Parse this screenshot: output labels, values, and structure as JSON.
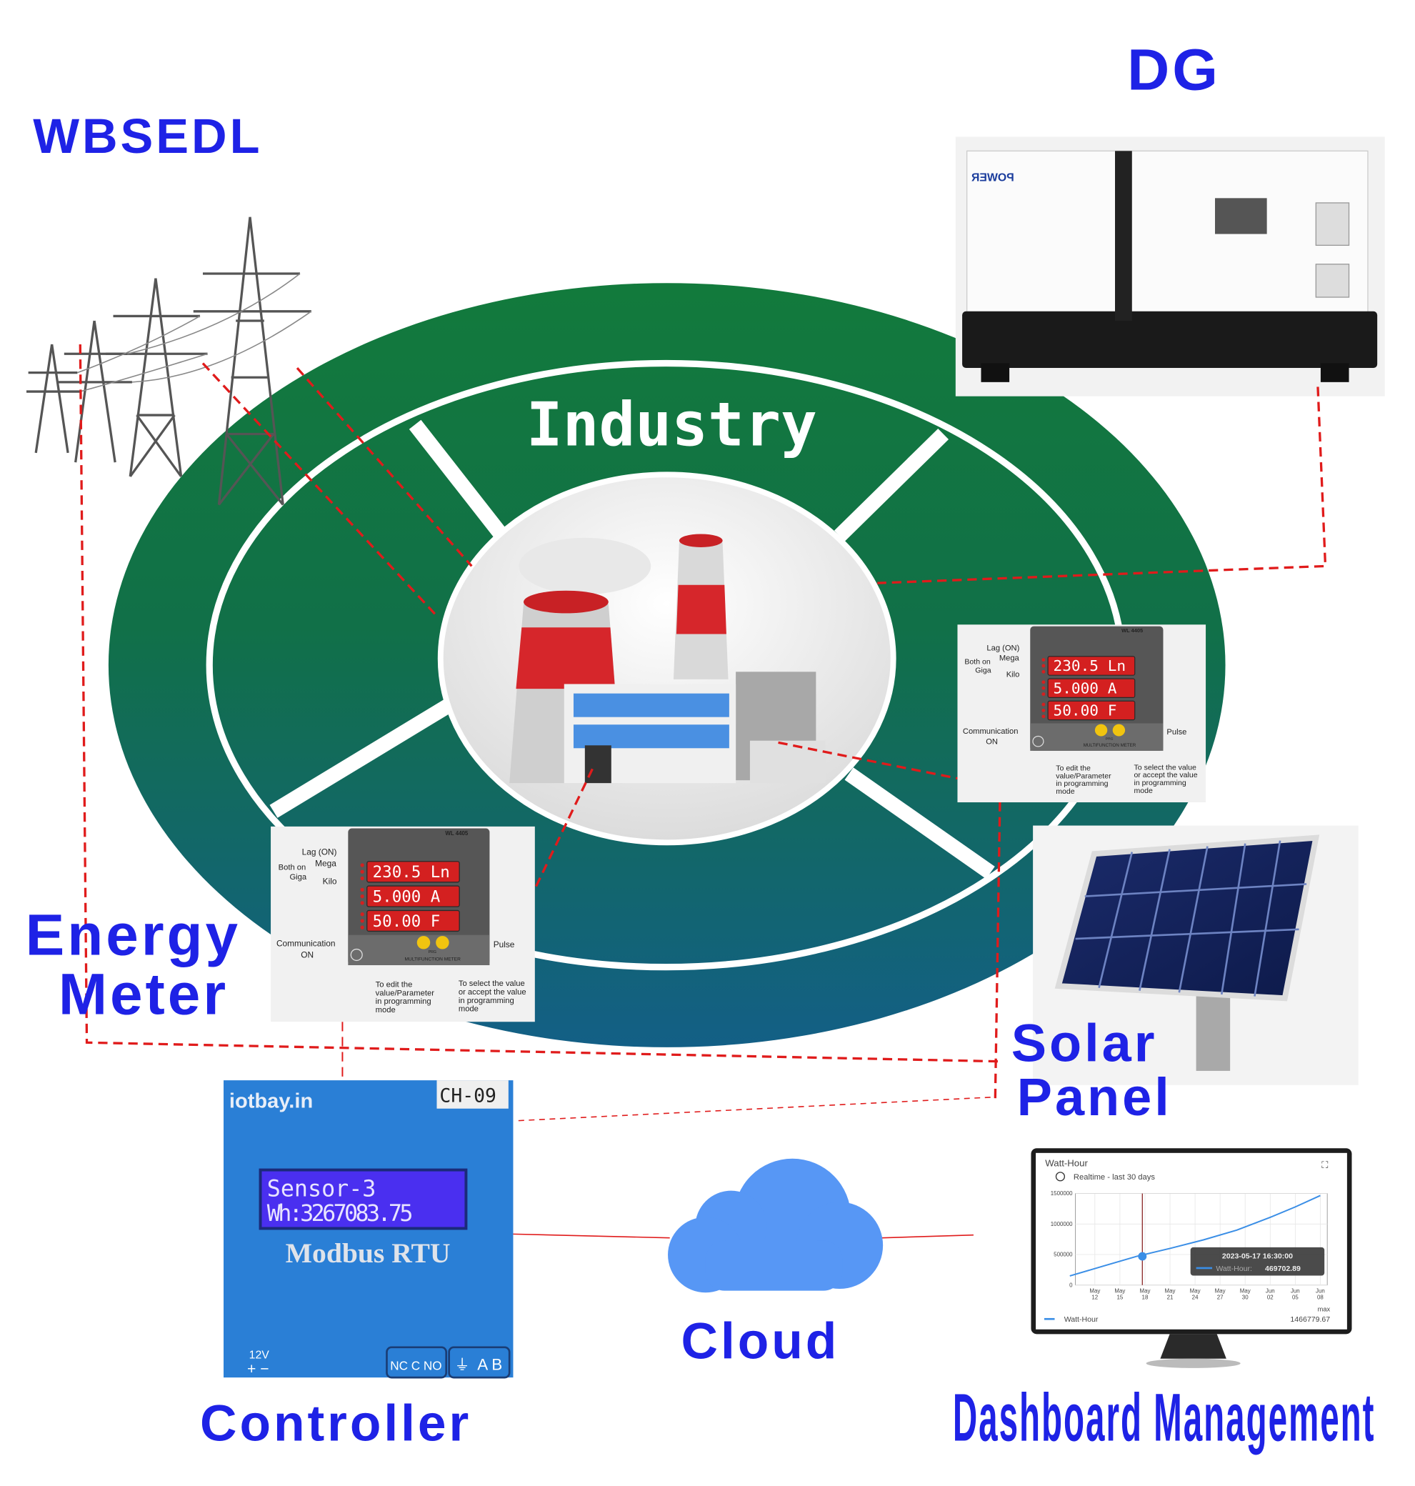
{
  "labels": {
    "grid": "WBSEDL",
    "dg": "DG",
    "industry": "Industry",
    "energy_meter_line1": "Energy",
    "energy_meter_line2": "Meter",
    "solar_line1": "Solar",
    "solar_line2": "Panel",
    "cloud": "Cloud",
    "controller": "Controller",
    "dashboard": "Dashboard Management"
  },
  "colors": {
    "label_blue": "#1e22e6",
    "ring_green": "#127a3c",
    "ring_teal": "#135f86",
    "link_red": "#e01b1b",
    "cloud_blue": "#5797f5",
    "controller_blue": "#2a7fd6"
  },
  "dg_brand": "POWER",
  "meter": {
    "model": "WL 4405",
    "display": [
      "230.5 Ln",
      "5.000  A",
      "50.00  F"
    ],
    "lag": "Lag (ON)",
    "mega": "Mega",
    "both_on": "Both on",
    "giga": "Giga",
    "kilo": "Kilo",
    "communication": "Communication",
    "on": "ON",
    "pulse": "Pulse",
    "prg": "PRG",
    "title": "MULTIFUNCTION METER",
    "edit_note": [
      "To edit the",
      "value/Parameter",
      "in programming",
      "mode"
    ],
    "select_note": [
      "To select the value",
      "or accept the value",
      "in programming",
      "mode"
    ]
  },
  "controller": {
    "brand": "iotbay.in",
    "channel_tag": "CH-09",
    "lcd_line1": "Sensor-3",
    "lcd_line2": "Wh:3267083.75",
    "protocol": "Modbus RTU",
    "power_label": "12V",
    "power_polarity": "+ −",
    "relay_terminals": "NC C NO",
    "bus_terminals": "A B"
  },
  "dashboard_widget": {
    "title": "Watt-Hour",
    "subtitle": "Realtime - last 30 days",
    "legend_label": "Watt-Hour",
    "max_label": "max",
    "max_value": "1466779.67",
    "tooltip_time": "2023-05-17 16:30:00",
    "tooltip_series": "Watt-Hour:",
    "tooltip_value": "469702.89"
  },
  "chart_data": {
    "type": "line",
    "title": "Watt-Hour",
    "subtitle": "Realtime - last 30 days",
    "xlabel": "",
    "ylabel": "",
    "ylim": [
      0,
      1500000
    ],
    "y_ticks": [
      "0",
      "500000",
      "1000000",
      "1500000"
    ],
    "x_ticks": [
      "May 12",
      "May 15",
      "May 18",
      "May 21",
      "May 24",
      "May 27",
      "May 30",
      "Jun 02",
      "Jun 05",
      "Jun 08"
    ],
    "grid": true,
    "legend": "bottom-left",
    "series": [
      {
        "name": "Watt-Hour",
        "color": "#3a8ee6",
        "x": [
          "2023-05-09",
          "2023-05-13",
          "2023-05-17",
          "2023-05-21",
          "2023-05-25",
          "2023-05-29",
          "2023-06-02",
          "2023-06-05",
          "2023-06-08"
        ],
        "y": [
          150000,
          310000,
          469703,
          600000,
          740000,
          900000,
          1110000,
          1280000,
          1466780
        ]
      }
    ],
    "highlight": {
      "x": "2023-05-17 16:30:00",
      "y": 469702.89
    }
  }
}
